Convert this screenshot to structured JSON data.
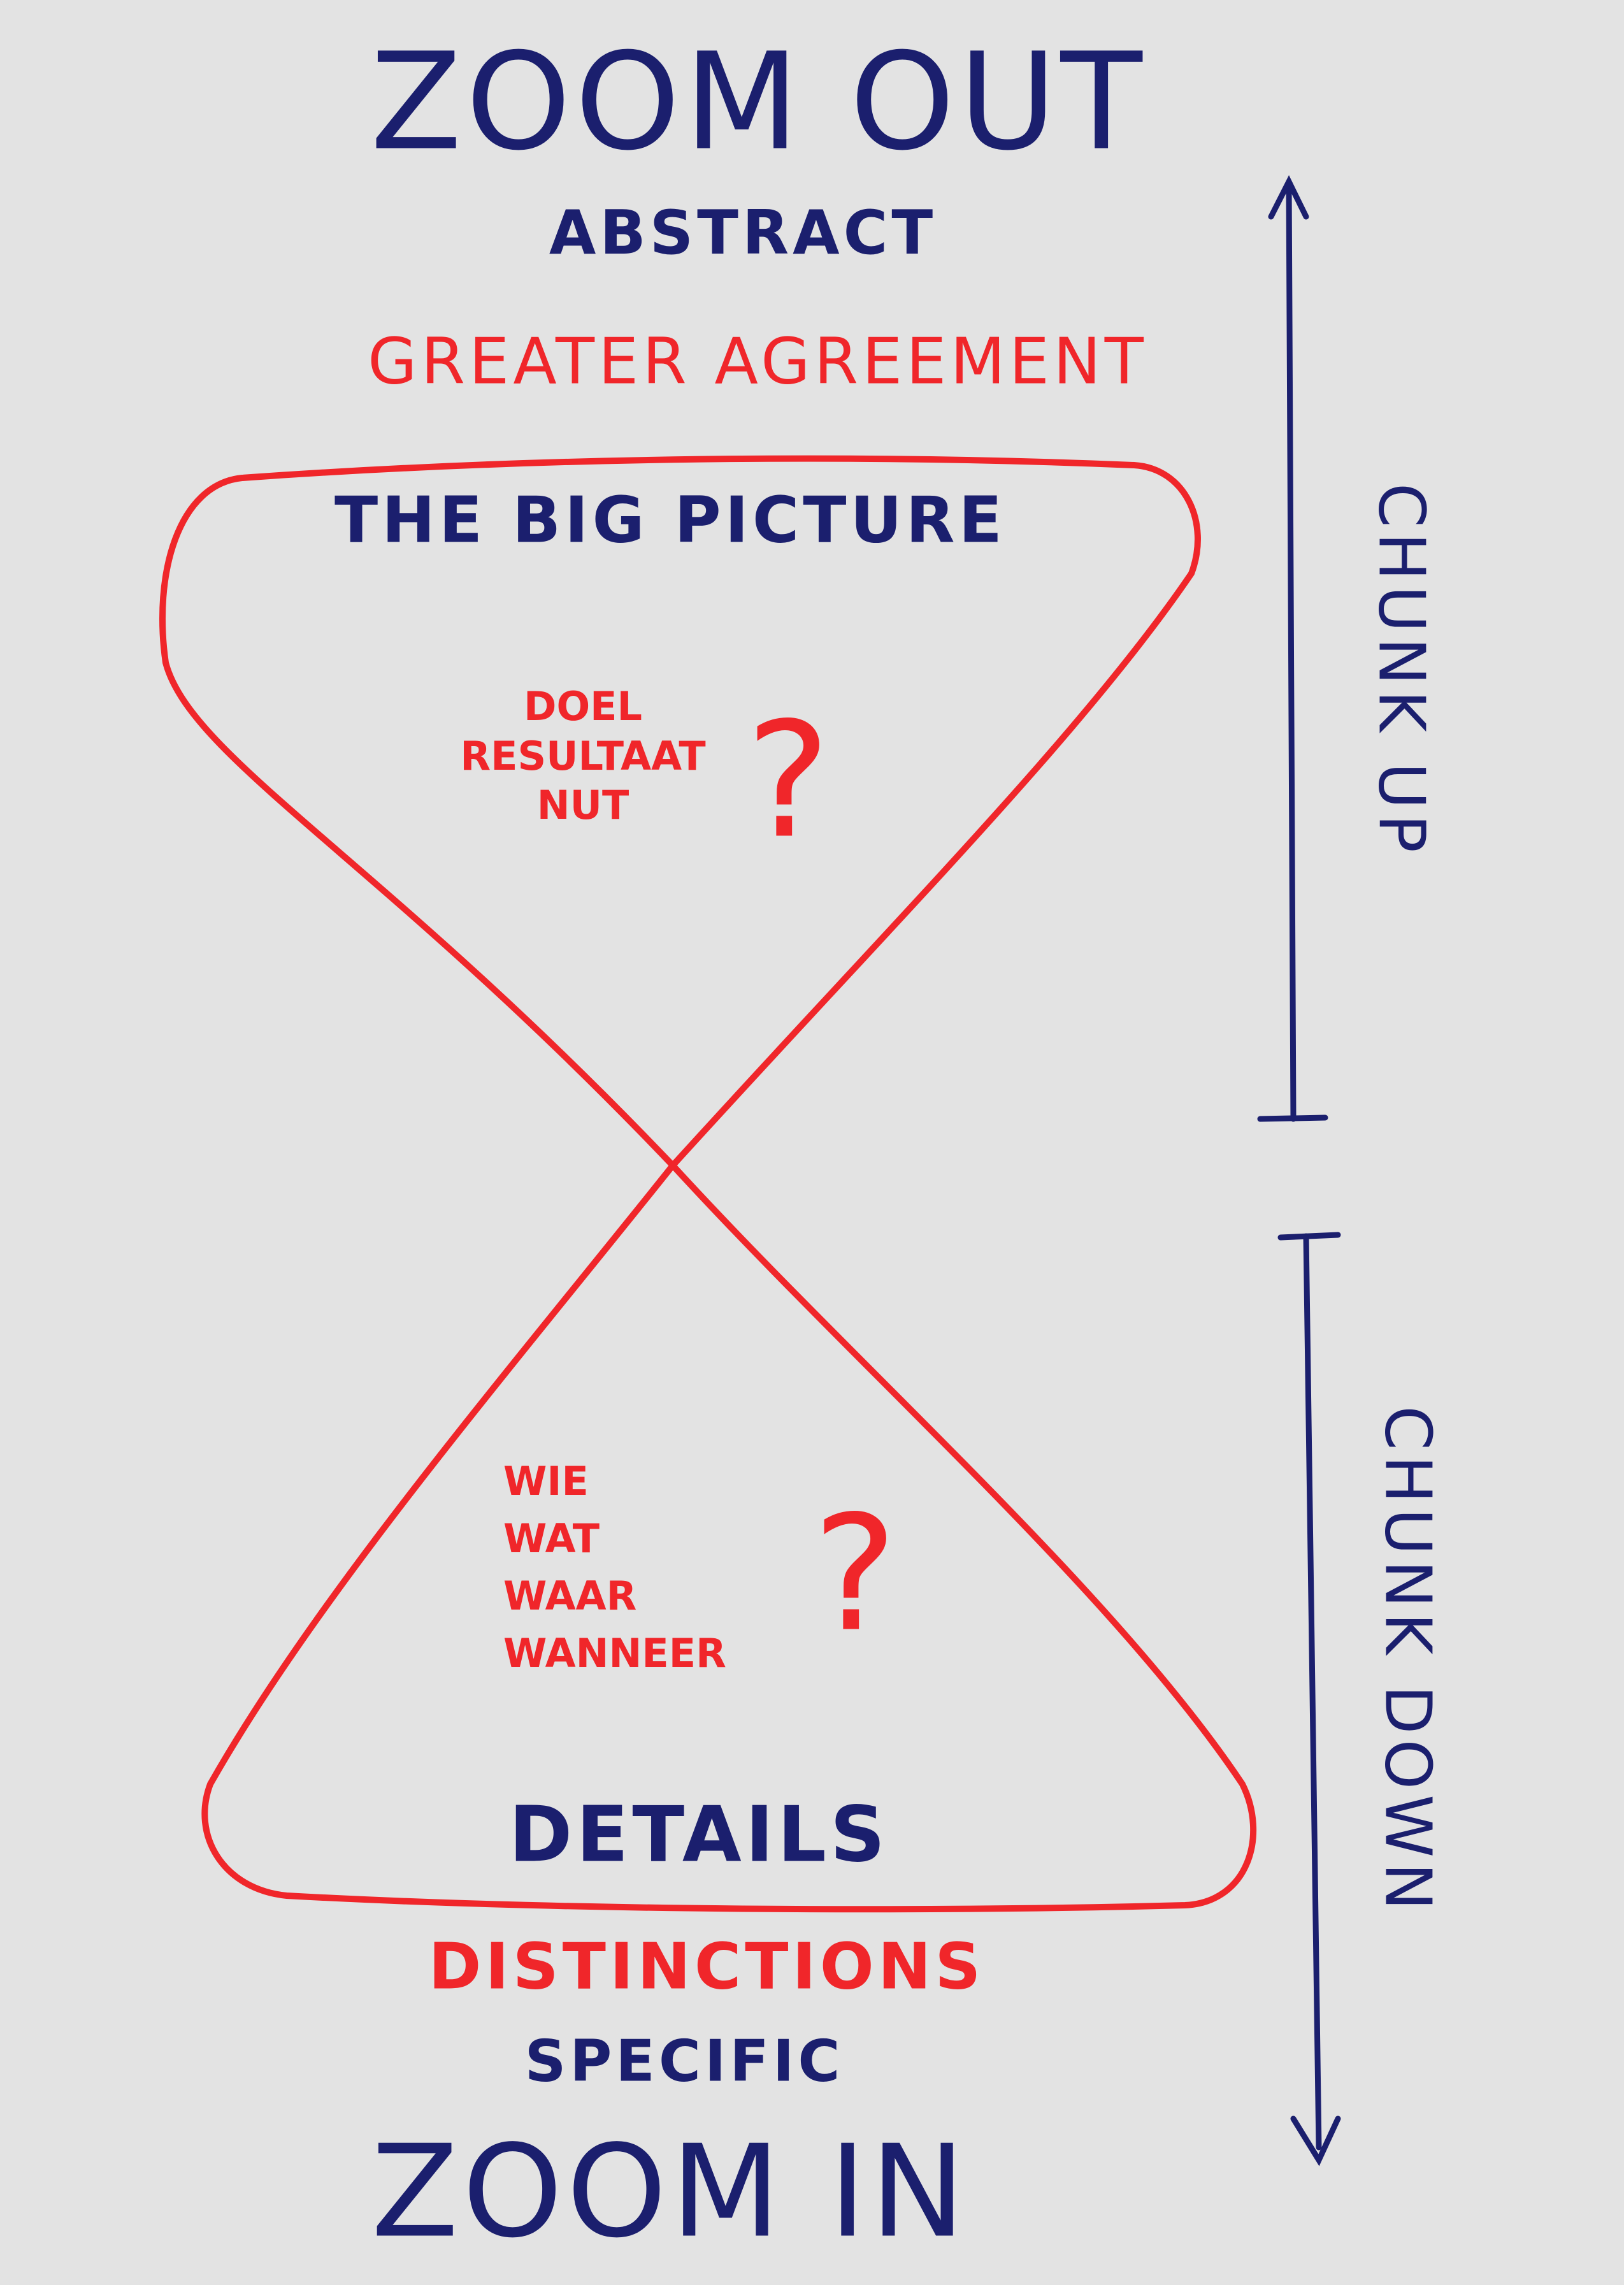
{
  "top_title": "ZOOM OUT",
  "top_subtitle": "ABSTRACT",
  "top_note": "GREATER AGREEMENT",
  "big_picture": "THE BIG PICTURE",
  "top_questions": [
    "DOEL",
    "RESULTAAT",
    "NUT"
  ],
  "question_mark": "?",
  "bottom_questions": [
    "WIE",
    "WAT",
    "WAAR",
    "WANNEER"
  ],
  "details": "DETAILS",
  "bottom_note": "DISTINCTIONS",
  "bottom_subtitle": "SPECIFIC",
  "bottom_title": "ZOOM IN",
  "chunk_up": "CHUNK UP",
  "chunk_down": "CHUNK DOWN",
  "colors": {
    "blue": "#1b1f6e",
    "red": "#f0262a",
    "paper": "#e3e3e3"
  }
}
